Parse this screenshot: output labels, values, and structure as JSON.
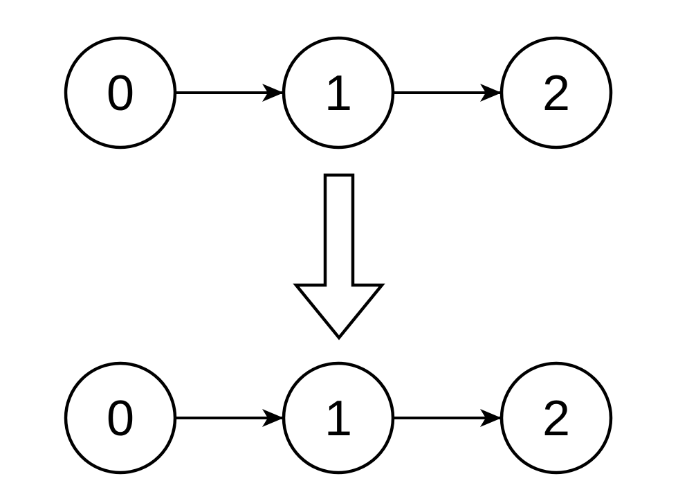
{
  "colors": {
    "background": "#ffffff",
    "stroke": "#000000",
    "text": "#000000"
  },
  "diagram": {
    "type": "linked-list-transformation",
    "before": {
      "nodes": [
        {
          "label": "0"
        },
        {
          "label": "1"
        },
        {
          "label": "2"
        }
      ],
      "edges": [
        {
          "from": "0",
          "to": "1"
        },
        {
          "from": "1",
          "to": "2"
        }
      ]
    },
    "transform": {
      "icon": "down-arrow"
    },
    "after": {
      "nodes": [
        {
          "label": "0"
        },
        {
          "label": "1"
        },
        {
          "label": "2"
        }
      ],
      "edges": [
        {
          "from": "0",
          "to": "1"
        },
        {
          "from": "1",
          "to": "2"
        }
      ]
    }
  }
}
